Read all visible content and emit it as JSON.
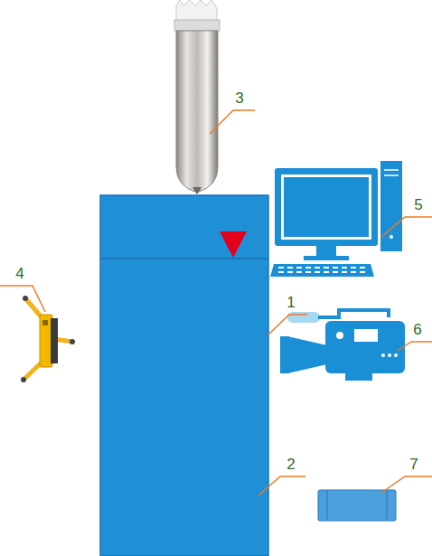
{
  "diagram": {
    "labels": [
      "3",
      "5",
      "4",
      "1",
      "6",
      "2",
      "7"
    ]
  }
}
